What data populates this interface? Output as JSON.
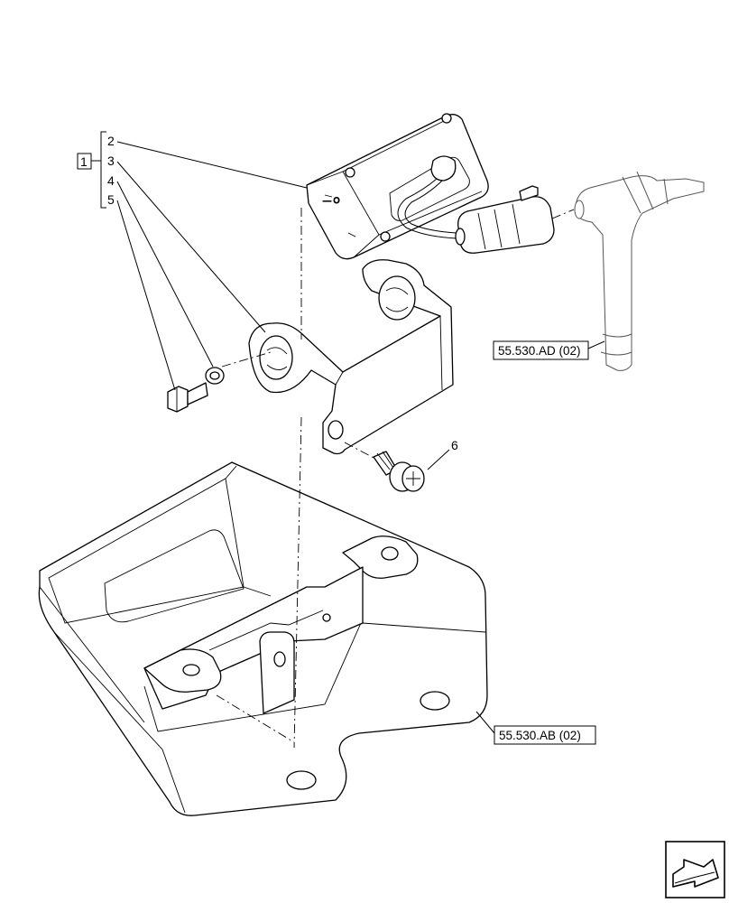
{
  "callouts": {
    "group": "1",
    "items": [
      "2",
      "3",
      "4",
      "5"
    ],
    "screw": "6"
  },
  "references": {
    "harness": "55.530.AD (02)",
    "support": "55.530.AB (02)"
  },
  "icons": {
    "nav": "next-page-arrow-icon"
  }
}
